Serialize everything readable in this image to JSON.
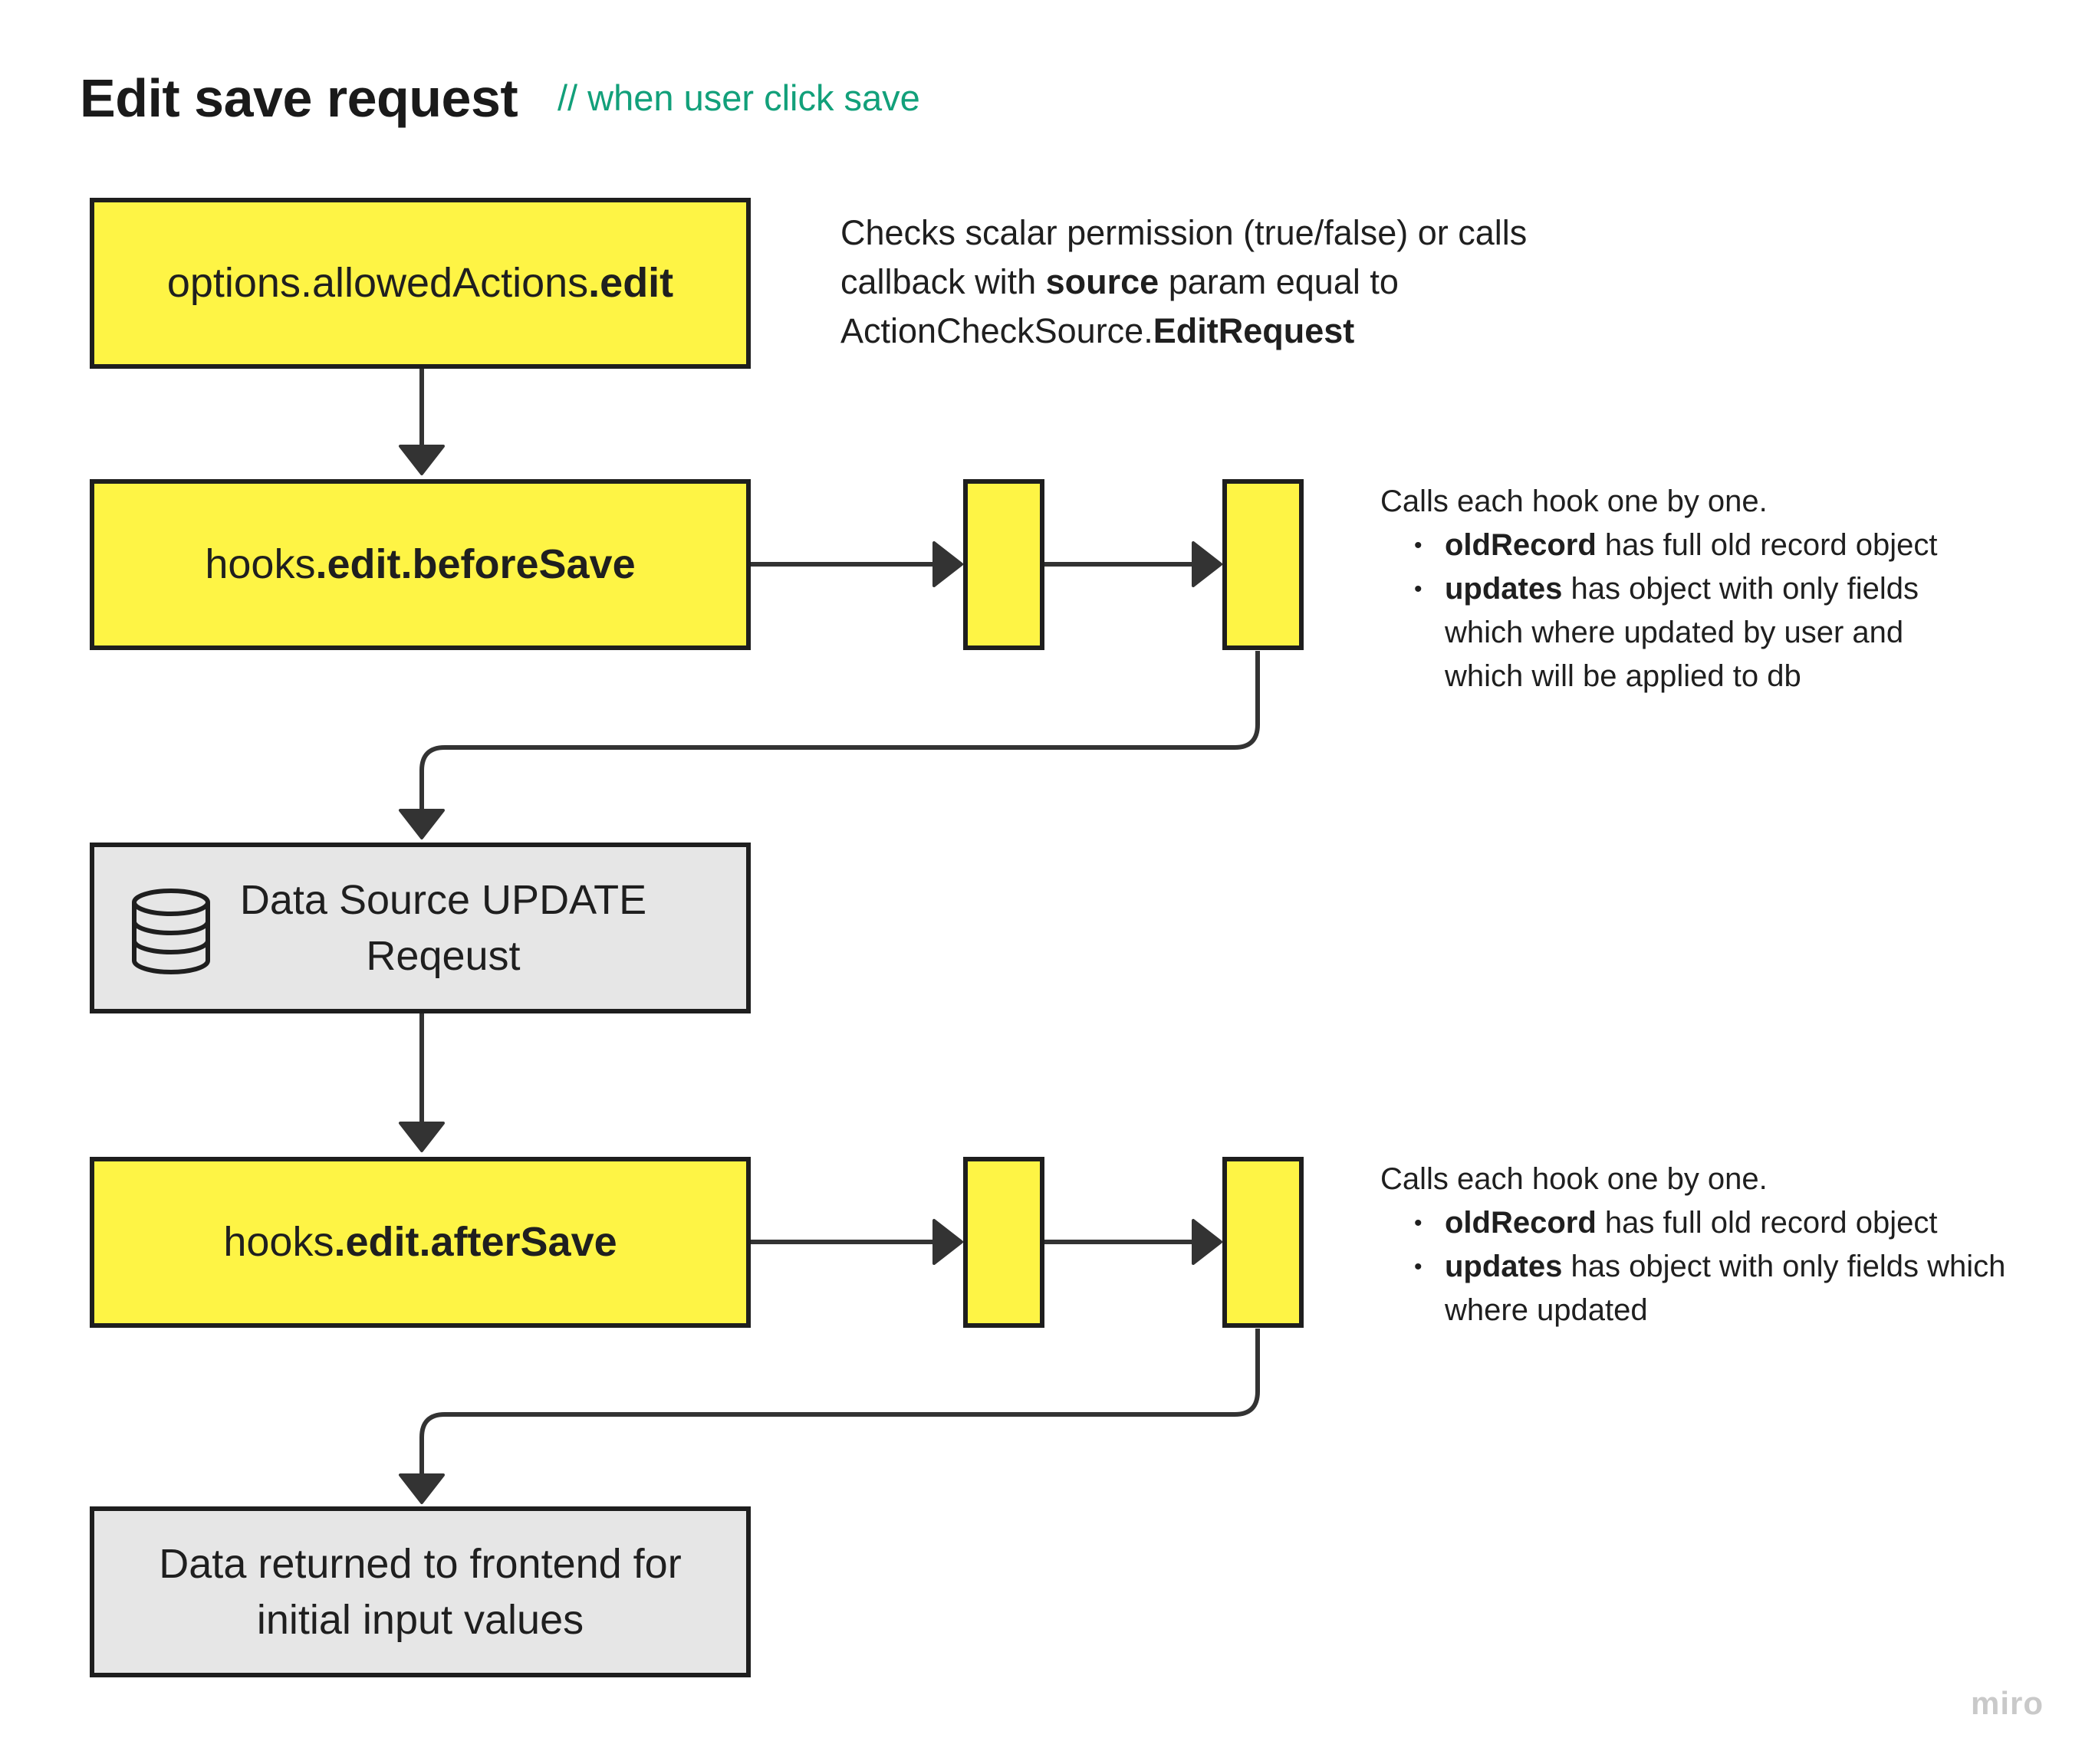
{
  "header": {
    "title": "Edit save request",
    "comment": "// when user click save"
  },
  "nodes": {
    "allowed": {
      "prefix": "options.allowedActions",
      "suffix": ".edit"
    },
    "before": {
      "prefix": "hooks",
      "suffix": ".edit.beforeSave"
    },
    "datasource": {
      "line1": "Data Source UPDATE",
      "line2": "Reqeust"
    },
    "after": {
      "prefix": "hooks",
      "suffix": ".edit.afterSave"
    },
    "returned": {
      "line1": "Data returned to frontend for",
      "line2": "initial input values"
    }
  },
  "notes": {
    "permission": {
      "part1": "Checks scalar permission (true/false) or calls callback with ",
      "bold1": "source",
      "part2": " param equal to ActionCheckSource.",
      "bold2": "EditRequest"
    },
    "before_hooks": {
      "intro": "Calls each hook one by one.",
      "items": [
        {
          "bold": "oldRecord",
          "text": " has full old record object"
        },
        {
          "bold": "updates",
          "text": " has object with only fields which where updated by user and which will be applied to db"
        }
      ]
    },
    "after_hooks": {
      "intro": "Calls each hook one by one.",
      "items": [
        {
          "bold": "oldRecord",
          "text": " has full old record object"
        },
        {
          "bold": "updates",
          "text": " has object with only fields which where updated"
        }
      ]
    }
  },
  "colors": {
    "hook_fill": "#fef445",
    "request_fill": "#e6e6e6",
    "stroke": "#1e1e1e",
    "connector": "#333333",
    "comment": "#12a07a"
  },
  "icons": [
    "database-icon"
  ],
  "watermark": "miro"
}
